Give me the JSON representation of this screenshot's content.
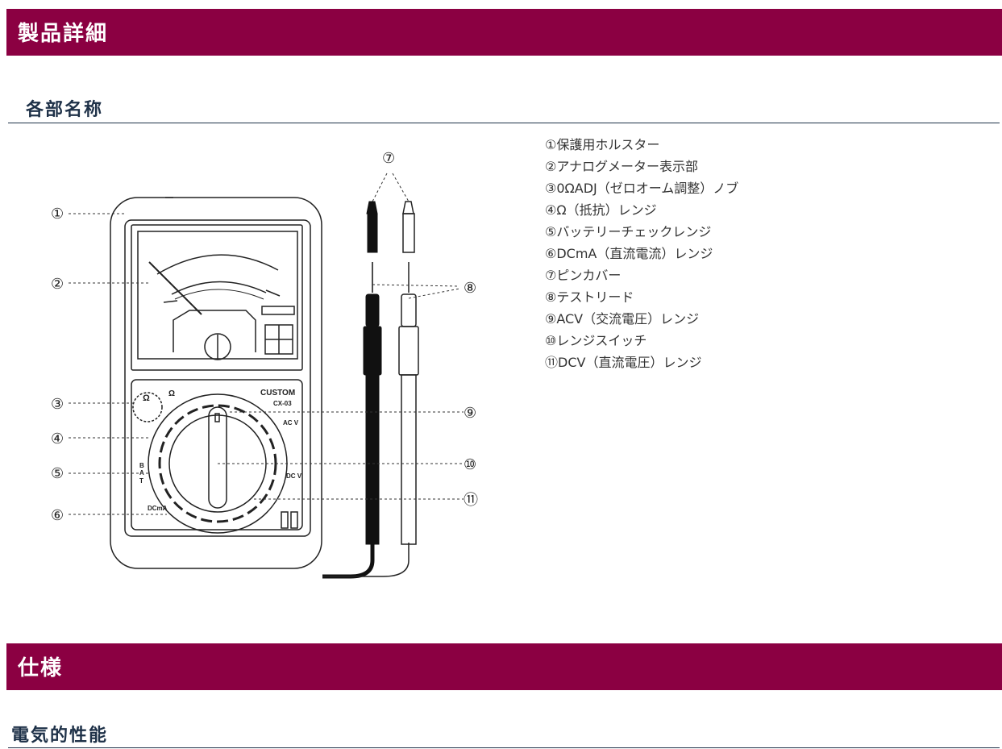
{
  "section1": {
    "title": "製品詳細"
  },
  "subsection1": {
    "title": "各部名称"
  },
  "parts": [
    "①保護用ホルスター",
    "②アナログメーター表示部",
    "③0ΩADJ（ゼロオーム調整）ノブ",
    "④Ω（抵抗）レンジ",
    "⑤バッテリーチェックレンジ",
    "⑥DCmA（直流電流）レンジ",
    "⑦ピンカバー",
    "⑧テストリード",
    "⑨ACV（交流電圧）レンジ",
    "⑩レンジスイッチ",
    "⑪DCV（直流電圧）レンジ"
  ],
  "diagram": {
    "callouts": [
      "①",
      "②",
      "③",
      "④",
      "⑤",
      "⑥",
      "⑦",
      "⑧",
      "⑨",
      "⑩",
      "⑪"
    ],
    "brand": "CUSTOM",
    "model": "CX-03",
    "dial_labels": {
      "ohm": "Ω",
      "acv": "AC V",
      "dcv": "DC V",
      "dcma": "DCmA",
      "bat": [
        "B",
        "A",
        "T"
      ],
      "adj": "Ω"
    }
  },
  "section2": {
    "title": "仕様"
  },
  "subsection2": {
    "title": "電気的性能"
  },
  "colors": {
    "banner": "#8b0042",
    "heading": "#1e3148"
  }
}
